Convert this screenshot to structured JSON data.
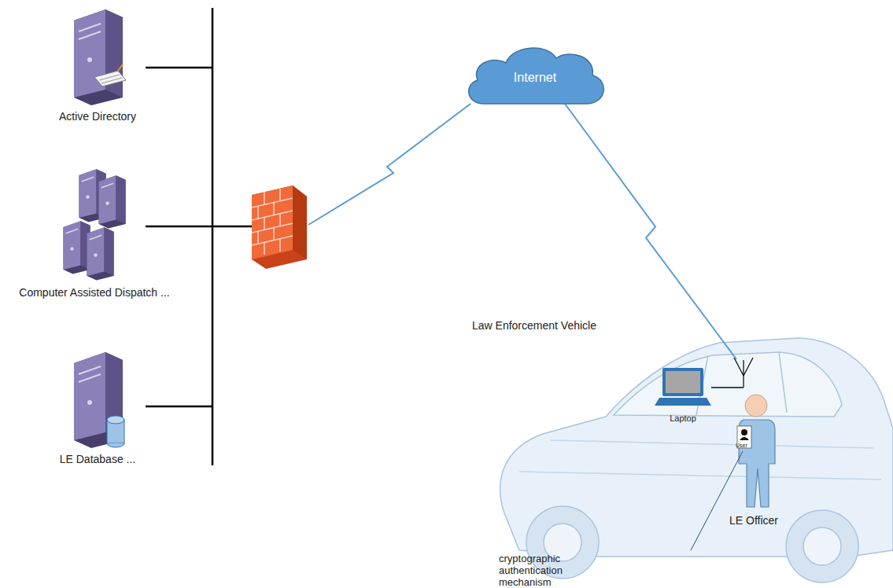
{
  "diagram": {
    "nodes": [
      {
        "text": [
          "Active Directory"
        ]
      },
      {
        "text": [
          "Computer Assisted Dispatch ..."
        ]
      },
      {
        "text": [
          "LE Database ..."
        ]
      },
      {
        "text": [
          "Internet"
        ]
      },
      {
        "text": [
          "Law Enforcement Vehicle"
        ]
      },
      {
        "text": [
          "Laptop"
        ],
        "in": 4
      },
      {
        "text": [
          "LE Officer"
        ],
        "in": 4
      }
    ],
    "edges": [
      {
        "from": 3,
        "to": 5,
        "arrow": "none"
      }
    ],
    "labels": [
      "User",
      "cryptographic authentication mechanism"
    ]
  }
}
